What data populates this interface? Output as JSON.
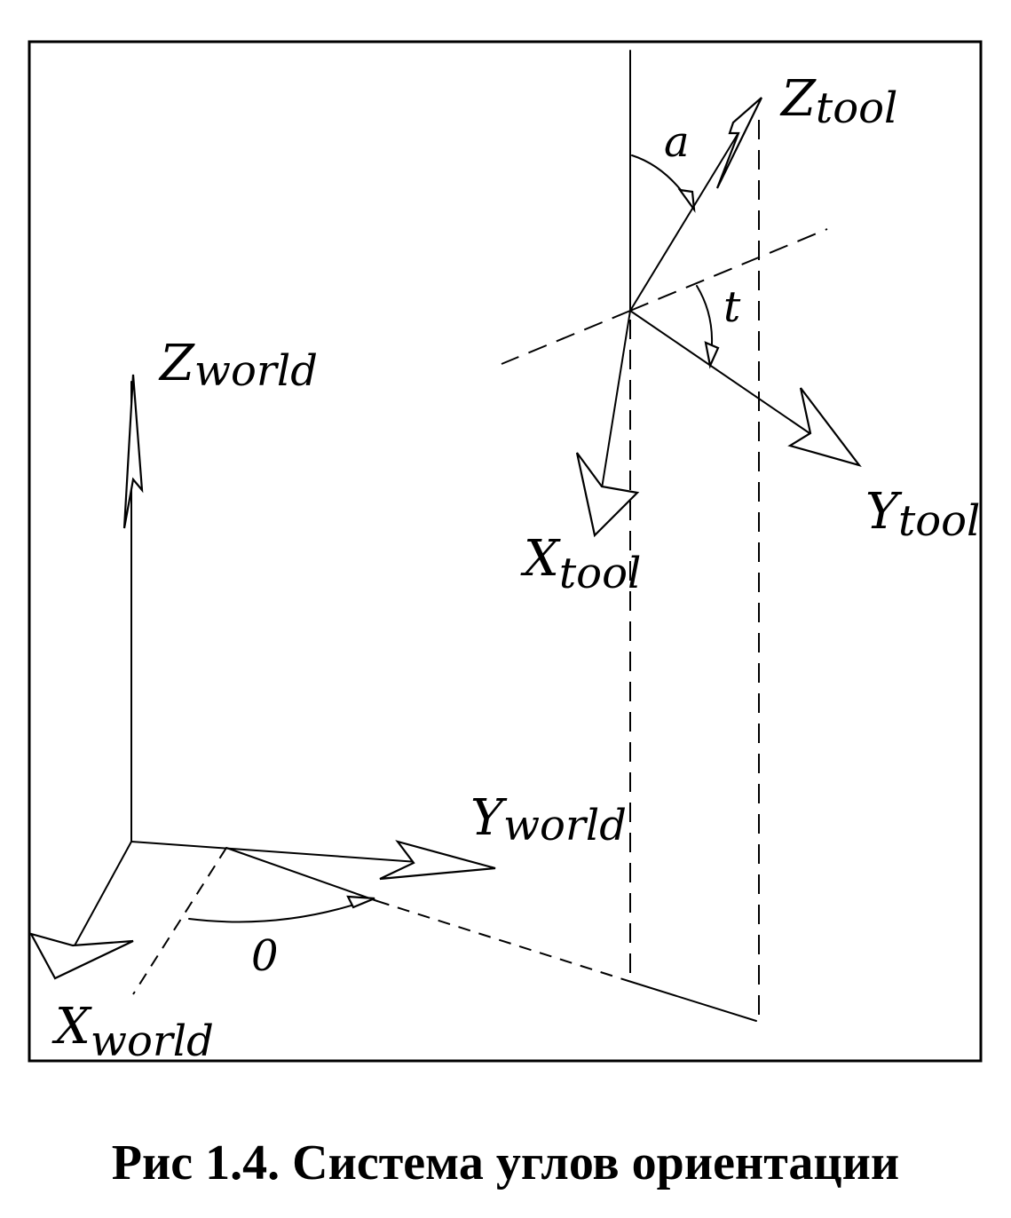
{
  "labels": {
    "z_world": {
      "main": "Z",
      "sub": "world"
    },
    "y_world": {
      "main": "Y",
      "sub": "world"
    },
    "x_world": {
      "main": "X",
      "sub": "world"
    },
    "z_tool": {
      "main": "Z",
      "sub": "tool"
    },
    "y_tool": {
      "main": "Y",
      "sub": "tool"
    },
    "x_tool": {
      "main": "X",
      "sub": "tool"
    }
  },
  "angles": {
    "a": "a",
    "t": "t",
    "o": "0"
  },
  "caption": "Рис 1.4. Система углов ориентации"
}
